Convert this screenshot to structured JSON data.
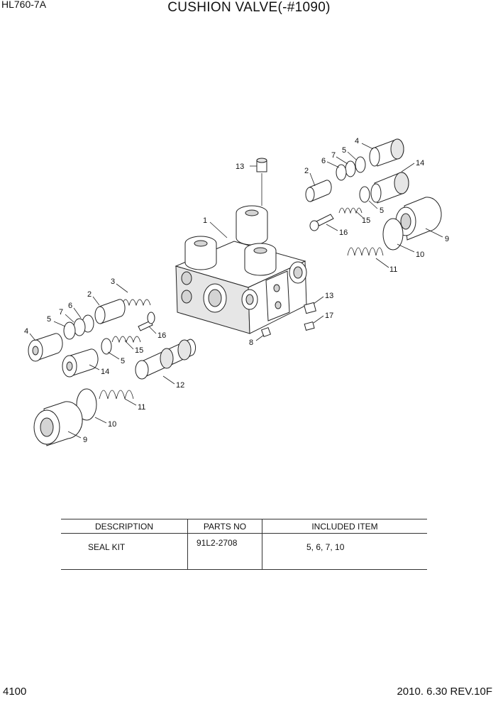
{
  "header": {
    "model": "HL760-7A",
    "title": "CUSHION VALVE(-#1090)"
  },
  "callouts": {
    "c1": "1",
    "c2a": "2",
    "c2b": "2",
    "c3": "3",
    "c4a": "4",
    "c4b": "4",
    "c5a": "5",
    "c5b": "5",
    "c5c": "5",
    "c5d": "5",
    "c6a": "6",
    "c6b": "6",
    "c7a": "7",
    "c7b": "7",
    "c8": "8",
    "c9a": "9",
    "c9b": "9",
    "c10a": "10",
    "c10b": "10",
    "c11a": "11",
    "c11b": "11",
    "c12": "12",
    "c13a": "13",
    "c13b": "13",
    "c14a": "14",
    "c14b": "14",
    "c15a": "15",
    "c15b": "15",
    "c16a": "16",
    "c16b": "16",
    "c17": "17"
  },
  "table": {
    "headers": [
      "DESCRIPTION",
      "PARTS NO",
      "INCLUDED ITEM"
    ],
    "rows": [
      [
        "SEAL KIT",
        "91L2-2708",
        "5, 6, 7, 10"
      ]
    ]
  },
  "footer": {
    "page": "4100",
    "date": "2010. 6.30  REV.10F"
  }
}
